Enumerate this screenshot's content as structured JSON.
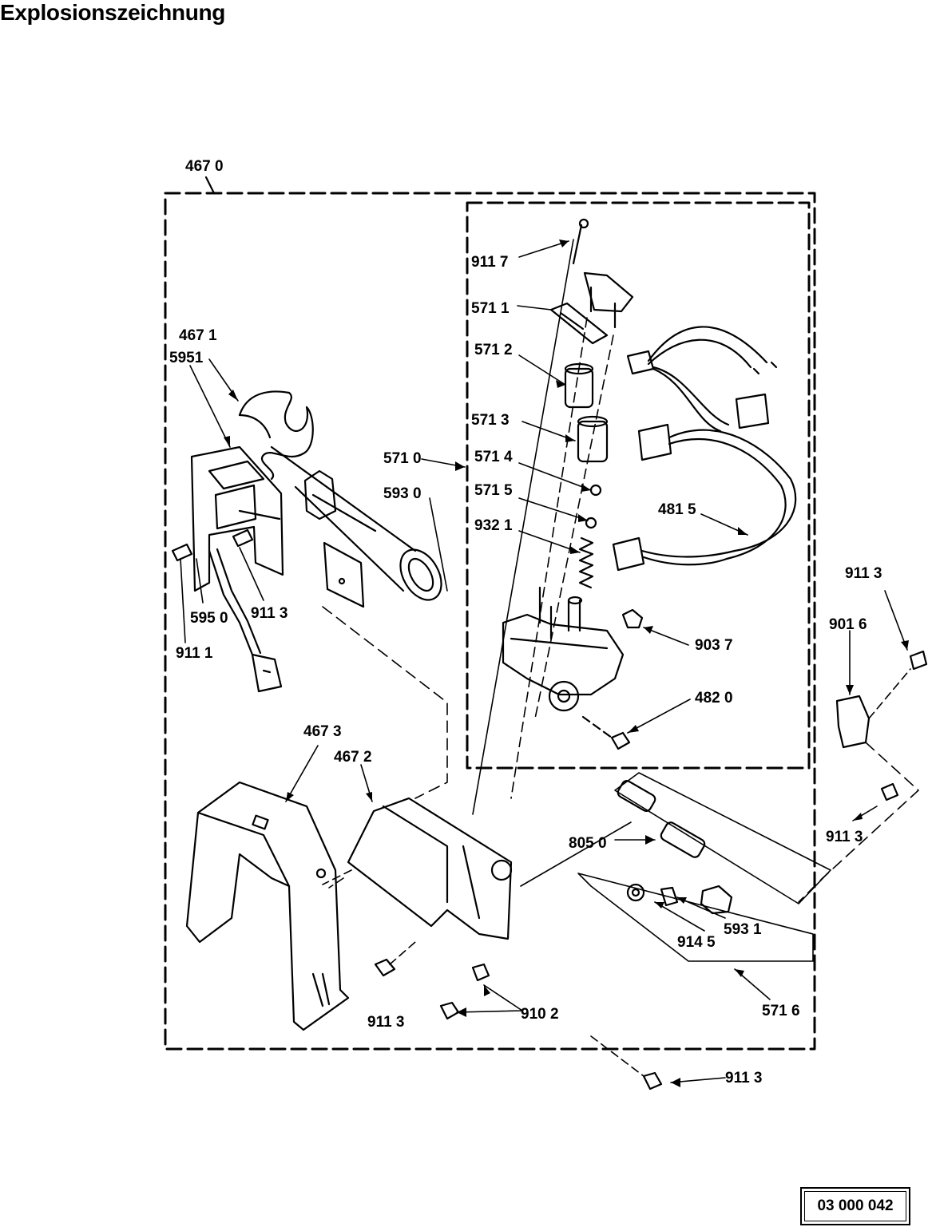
{
  "title": "Explosionszeichnung",
  "document_number": "03 000 042",
  "parts": {
    "p4670": "467 0",
    "p4671": "467 1",
    "p5951": "5951",
    "p5950": "595 0",
    "p9111": "911 1",
    "p9113_a": "911 3",
    "p5710": "571 0",
    "p5930": "593 0",
    "p9117": "911 7",
    "p5711": "571 1",
    "p5712": "571 2",
    "p5713": "571 3",
    "p5714": "571 4",
    "p5715": "571 5",
    "p9321": "932 1",
    "p4815": "481 5",
    "p9037": "903 7",
    "p4820": "482 0",
    "p9113_b": "911 3",
    "p9016": "901 6",
    "p9113_c": "911 3",
    "p4673": "467 3",
    "p4672": "467 2",
    "p8050": "805 0",
    "p9145": "914 5",
    "p5931": "593 1",
    "p5716": "571 6",
    "p9113_d": "911 3",
    "p9102": "910 2",
    "p9113_e": "911 3"
  }
}
